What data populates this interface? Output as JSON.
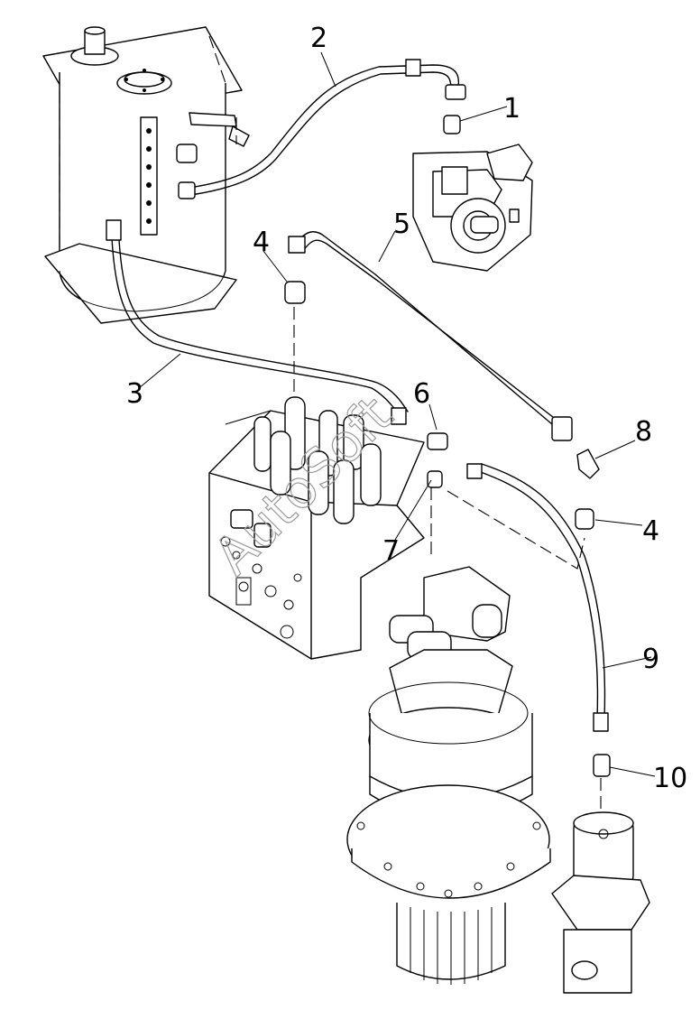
{
  "callouts": [
    {
      "id": "1",
      "label": "1"
    },
    {
      "id": "2",
      "label": "2"
    },
    {
      "id": "3",
      "label": "3"
    },
    {
      "id": "4a",
      "label": "4"
    },
    {
      "id": "4b",
      "label": "4"
    },
    {
      "id": "5",
      "label": "5"
    },
    {
      "id": "6",
      "label": "6"
    },
    {
      "id": "7",
      "label": "7"
    },
    {
      "id": "8",
      "label": "8"
    },
    {
      "id": "9",
      "label": "9"
    },
    {
      "id": "10",
      "label": "10"
    }
  ],
  "watermark": "AutoSoft"
}
